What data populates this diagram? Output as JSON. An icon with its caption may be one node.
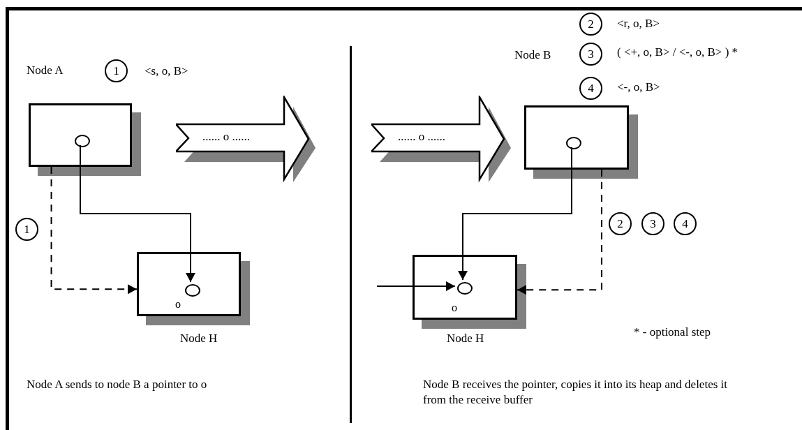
{
  "diagram": {
    "nodes": [
      {
        "text": [],
        "shape": "box",
        "beside": [
          "Node A"
        ]
      },
      {
        "text": [],
        "shape": "circle",
        "in": 0
      },
      {
        "text": [
          "o"
        ],
        "beside": [
          "Node H"
        ]
      },
      {
        "text": [],
        "shape": "circle",
        "in": 2
      },
      {
        "text": [
          "...... o ......"
        ]
      },
      {
        "text": [
          "...... o ......"
        ]
      },
      {
        "text": [],
        "shape": "box",
        "beside": [
          "Node B"
        ]
      },
      {
        "text": [],
        "shape": "circle",
        "in": 6
      },
      {
        "text": [
          "o"
        ],
        "beside": [
          "Node H"
        ]
      },
      {
        "text": [],
        "shape": "circle",
        "in": 8
      },
      {
        "text": [
          "1"
        ],
        "beside": [
          "<s, o, B>"
        ]
      },
      {
        "text": [
          "1"
        ]
      },
      {
        "text": [
          "2"
        ],
        "beside": [
          "<r, o, B>"
        ]
      },
      {
        "text": [
          "3"
        ],
        "beside": [
          "( <+, o, B> / <-, o, B> ) *"
        ]
      },
      {
        "text": [
          "4"
        ],
        "beside": [
          "<-, o, B>"
        ]
      },
      {
        "text": [
          "2"
        ]
      },
      {
        "text": [
          "3"
        ]
      },
      {
        "text": [
          "4"
        ]
      }
    ],
    "edges": [
      {
        "from": 1,
        "to": 3,
        "arrow": "to"
      },
      {
        "from": 0,
        "to": 2,
        "arrow": "to",
        "style": "dashed"
      },
      {
        "from": 7,
        "to": 9,
        "arrow": "to"
      },
      {
        "from": 6,
        "to": 8,
        "arrow": "to",
        "style": "dashed"
      },
      {
        "from": null,
        "to": 9,
        "arrow": "to"
      }
    ],
    "labels": [
      "* - optional step",
      "Node A sends to node B a pointer to o",
      "Node B receives the pointer, copies it into its heap and deletes it from the receive buffer"
    ]
  }
}
